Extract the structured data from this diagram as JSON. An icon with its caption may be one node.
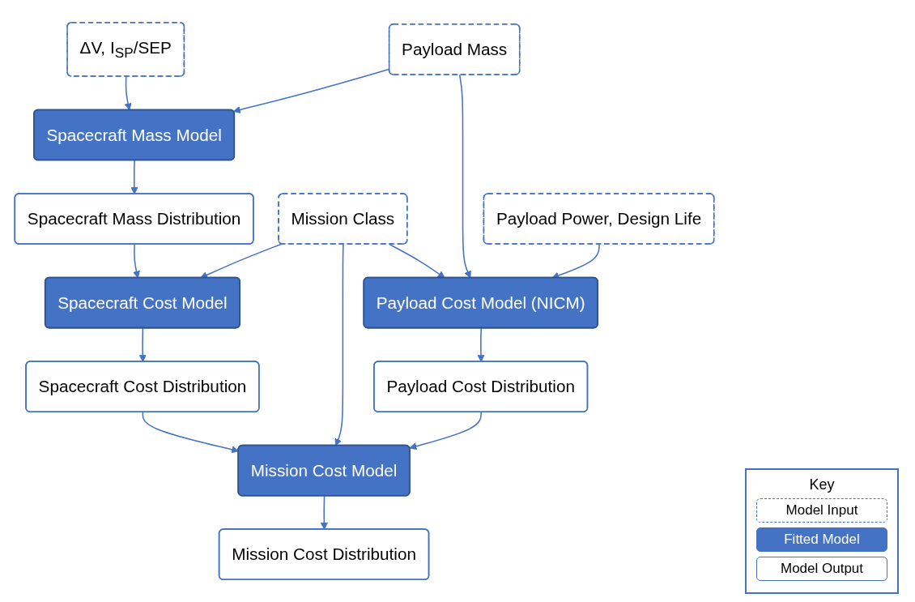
{
  "diagram": {
    "nodes": [
      {
        "text": [
          "ΔV, I$_{SP}$/SEP"
        ]
      },
      {
        "text": [
          "Payload Mass"
        ]
      },
      {
        "text": [
          "Payload Power, Design Life"
        ]
      },
      {
        "text": [
          "Spacecraft Mass Model"
        ]
      },
      {
        "text": [
          "Mission Class"
        ]
      },
      {
        "text": [
          "Spacecraft Mass Distribution"
        ]
      },
      {
        "text": [
          "Spacecraft Cost Model"
        ]
      },
      {
        "text": [
          "Payload Cost Model (NICM)"
        ]
      },
      {
        "text": [
          "Spacecraft Cost Distribution"
        ]
      },
      {
        "text": [
          "Payload Cost Distribution"
        ]
      },
      {
        "text": [
          "Mission Cost Model"
        ]
      },
      {
        "text": [
          "Mission Cost Distribution"
        ]
      }
    ],
    "edges": [
      {
        "from": 0,
        "to": 3,
        "arrow": "to"
      },
      {
        "from": 1,
        "to": 3,
        "arrow": "to"
      },
      {
        "from": 3,
        "to": 5,
        "arrow": "to"
      },
      {
        "from": 5,
        "to": 6,
        "arrow": "to"
      },
      {
        "from": 4,
        "to": 6,
        "arrow": "to"
      },
      {
        "from": 4,
        "to": 7,
        "arrow": "to"
      },
      {
        "from": 1,
        "to": 7,
        "arrow": "to"
      },
      {
        "from": 2,
        "to": 7,
        "arrow": "to"
      },
      {
        "from": 6,
        "to": 8,
        "arrow": "to"
      },
      {
        "from": 7,
        "to": 9,
        "arrow": "to"
      },
      {
        "from": 8,
        "to": 10,
        "arrow": "to"
      },
      {
        "from": 4,
        "to": 10,
        "arrow": "to"
      },
      {
        "from": 9,
        "to": 10,
        "arrow": "to"
      },
      {
        "from": 10,
        "to": 11,
        "arrow": "to"
      }
    ],
    "labels": [
      "Key"
    ],
    "legend": [
      {
        "text": "Model Input"
      },
      {
        "text": "Fitted Model"
      },
      {
        "text": "Model Output"
      }
    ]
  }
}
